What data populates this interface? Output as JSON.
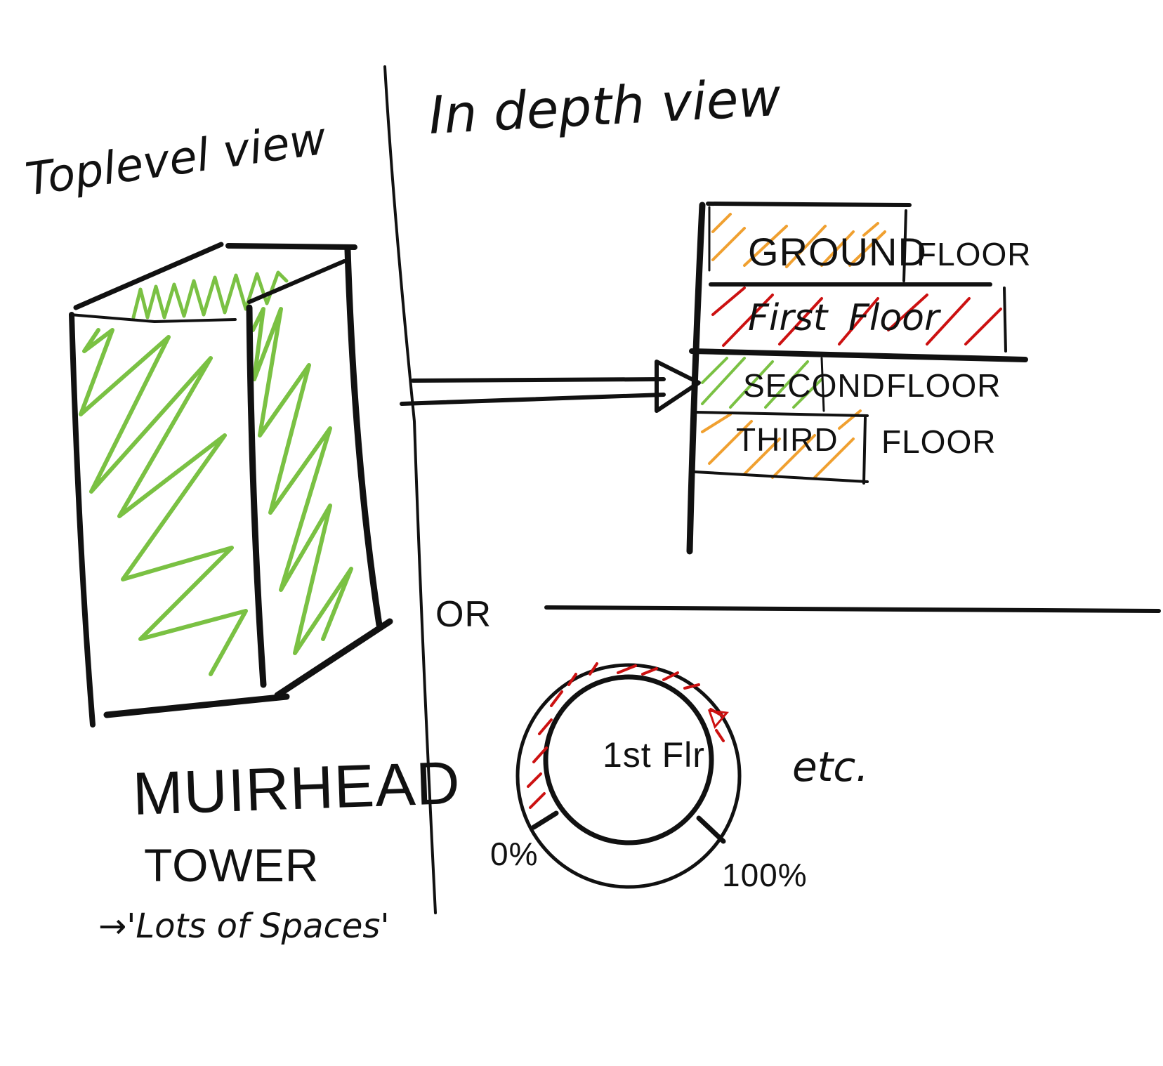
{
  "left_panel": {
    "heading": "Toplevel view",
    "building_name_line1": "MUIRHEAD",
    "building_name_line2": "TOWER",
    "subtitle": "→'Lots of Spaces'"
  },
  "right_panel": {
    "heading": "In depth view",
    "floors": [
      {
        "label_part1": "GROUND",
        "label_part2": "FLOOR",
        "hatch_color": "#f0a030"
      },
      {
        "label_part1": "First",
        "label_part2": "Floor",
        "hatch_color": "#cc1111"
      },
      {
        "label_part1": "SECOND",
        "label_part2": "FLOOR",
        "hatch_color": "#7ac143"
      },
      {
        "label_part1": "THIRD",
        "label_part2": "FLOOR",
        "hatch_color": "#f0a030"
      }
    ],
    "or_label": "OR",
    "gauge": {
      "center_label": "1st Flr",
      "min_label": "0%",
      "max_label": "100%",
      "etc_label": "etc."
    }
  },
  "colors": {
    "ink": "#111111",
    "green": "#7ac143",
    "orange": "#f0a030",
    "red": "#cc1111"
  }
}
